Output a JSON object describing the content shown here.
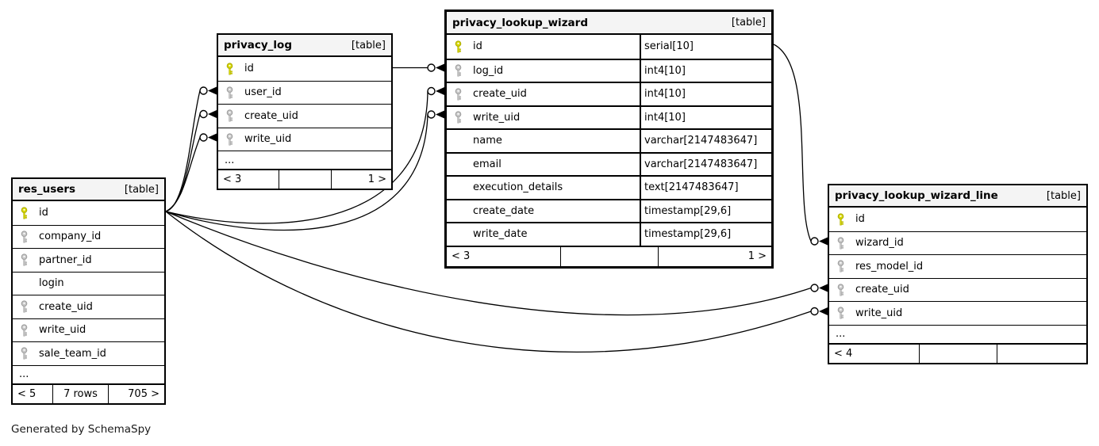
{
  "diagram": {
    "credit": "Generated by SchemaSpy",
    "key_colors": {
      "primary": "#d9d900",
      "primary_stroke": "#a8a800",
      "foreign": "#c9c9c9",
      "foreign_stroke": "#9a9a9a"
    },
    "header_bg": "#f4f4f4",
    "border_color": "#000000"
  },
  "tables": [
    {
      "name": "res_users",
      "badge": "[table]",
      "columns": [
        {
          "name": "id",
          "key": "primary",
          "type": ""
        },
        {
          "name": "company_id",
          "key": "foreign",
          "type": ""
        },
        {
          "name": "partner_id",
          "key": "foreign",
          "type": ""
        },
        {
          "name": "login",
          "key": "none",
          "type": ""
        },
        {
          "name": "create_uid",
          "key": "foreign",
          "type": ""
        },
        {
          "name": "write_uid",
          "key": "foreign",
          "type": ""
        },
        {
          "name": "sale_team_id",
          "key": "foreign",
          "type": ""
        }
      ],
      "ellipsis": "...",
      "footer": {
        "left": "< 5",
        "middle": "7 rows",
        "right": "705 >"
      }
    },
    {
      "name": "privacy_log",
      "badge": "[table]",
      "columns": [
        {
          "name": "id",
          "key": "primary",
          "type": ""
        },
        {
          "name": "user_id",
          "key": "foreign",
          "type": ""
        },
        {
          "name": "create_uid",
          "key": "foreign",
          "type": ""
        },
        {
          "name": "write_uid",
          "key": "foreign",
          "type": ""
        }
      ],
      "ellipsis": "...",
      "footer": {
        "left": "< 3",
        "middle": "",
        "right": "1 >"
      }
    },
    {
      "name": "privacy_lookup_wizard",
      "badge": "[table]",
      "columns": [
        {
          "name": "id",
          "key": "primary",
          "type": "serial[10]"
        },
        {
          "name": "log_id",
          "key": "foreign",
          "type": "int4[10]"
        },
        {
          "name": "create_uid",
          "key": "foreign",
          "type": "int4[10]"
        },
        {
          "name": "write_uid",
          "key": "foreign",
          "type": "int4[10]"
        },
        {
          "name": "name",
          "key": "none",
          "type": "varchar[2147483647]"
        },
        {
          "name": "email",
          "key": "none",
          "type": "varchar[2147483647]"
        },
        {
          "name": "execution_details",
          "key": "none",
          "type": "text[2147483647]"
        },
        {
          "name": "create_date",
          "key": "none",
          "type": "timestamp[29,6]"
        },
        {
          "name": "write_date",
          "key": "none",
          "type": "timestamp[29,6]"
        }
      ],
      "footer": {
        "left": "< 3",
        "middle": "",
        "right": "1 >"
      }
    },
    {
      "name": "privacy_lookup_wizard_line",
      "badge": "[table]",
      "columns": [
        {
          "name": "id",
          "key": "primary",
          "type": ""
        },
        {
          "name": "wizard_id",
          "key": "foreign",
          "type": ""
        },
        {
          "name": "res_model_id",
          "key": "foreign",
          "type": ""
        },
        {
          "name": "create_uid",
          "key": "foreign",
          "type": ""
        },
        {
          "name": "write_uid",
          "key": "foreign",
          "type": ""
        }
      ],
      "ellipsis": "...",
      "footer": {
        "left": "< 4",
        "middle": "",
        "right": ""
      }
    }
  ],
  "relationships": [
    {
      "from": "res_users.id",
      "to": "privacy_log.user_id"
    },
    {
      "from": "res_users.id",
      "to": "privacy_log.create_uid"
    },
    {
      "from": "res_users.id",
      "to": "privacy_log.write_uid"
    },
    {
      "from": "res_users.id",
      "to": "privacy_lookup_wizard.create_uid"
    },
    {
      "from": "res_users.id",
      "to": "privacy_lookup_wizard.write_uid"
    },
    {
      "from": "res_users.id",
      "to": "privacy_lookup_wizard_line.create_uid"
    },
    {
      "from": "res_users.id",
      "to": "privacy_lookup_wizard_line.write_uid"
    },
    {
      "from": "privacy_log.id",
      "to": "privacy_lookup_wizard.log_id"
    },
    {
      "from": "privacy_lookup_wizard.id",
      "to": "privacy_lookup_wizard_line.wizard_id"
    }
  ]
}
